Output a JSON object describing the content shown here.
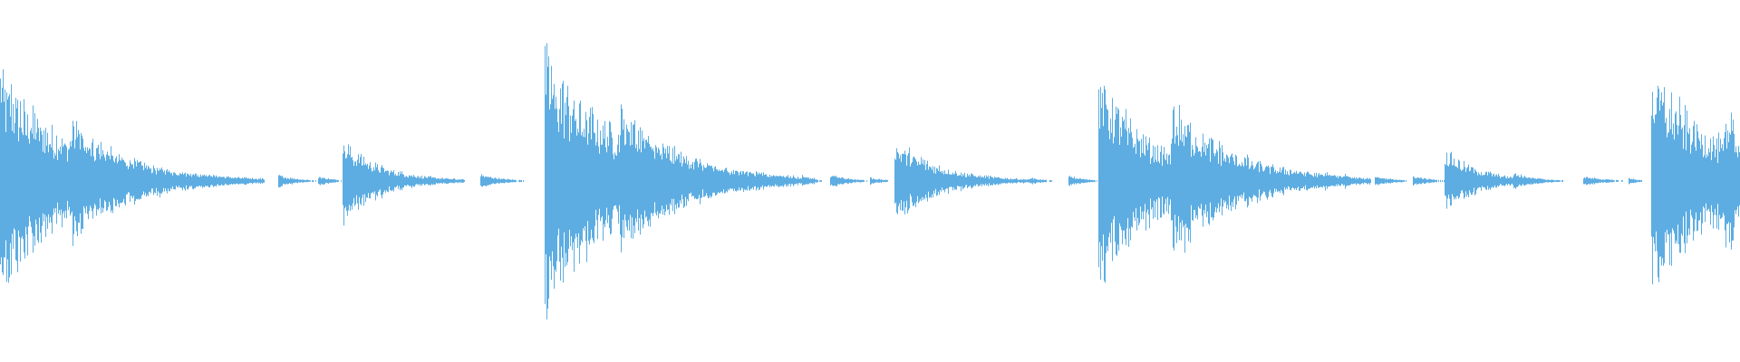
{
  "waveform": {
    "color": "#5dade2",
    "background": "#ffffff",
    "duration_fraction_note": "",
    "transients": [
      {
        "t": 0.0,
        "peak": 0.62,
        "decay": 0.04,
        "kind": "hit"
      },
      {
        "t": 0.04,
        "peak": 0.35,
        "decay": 0.035,
        "kind": "hit"
      },
      {
        "t": 0.078,
        "peak": 0.02,
        "decay": 0.01,
        "kind": "tick"
      },
      {
        "t": 0.117,
        "peak": 0.03,
        "decay": 0.012,
        "kind": "tick"
      },
      {
        "t": 0.13,
        "peak": 0.02,
        "decay": 0.008,
        "kind": "tick"
      },
      {
        "t": 0.14,
        "peak": 0.02,
        "decay": 0.008,
        "kind": "tick"
      },
      {
        "t": 0.16,
        "peak": 0.04,
        "decay": 0.01,
        "kind": "tick"
      },
      {
        "t": 0.183,
        "peak": 0.03,
        "decay": 0.008,
        "kind": "tick"
      },
      {
        "t": 0.197,
        "peak": 0.24,
        "decay": 0.022,
        "kind": "hit"
      },
      {
        "t": 0.238,
        "peak": 0.02,
        "decay": 0.01,
        "kind": "tick"
      },
      {
        "t": 0.276,
        "peak": 0.04,
        "decay": 0.012,
        "kind": "tick"
      },
      {
        "t": 0.313,
        "peak": 0.7,
        "decay": 0.045,
        "kind": "hit"
      },
      {
        "t": 0.356,
        "peak": 0.42,
        "decay": 0.035,
        "kind": "hit"
      },
      {
        "t": 0.397,
        "peak": 0.04,
        "decay": 0.012,
        "kind": "tick"
      },
      {
        "t": 0.418,
        "peak": 0.02,
        "decay": 0.008,
        "kind": "tick"
      },
      {
        "t": 0.434,
        "peak": 0.03,
        "decay": 0.01,
        "kind": "tick"
      },
      {
        "t": 0.447,
        "peak": 0.04,
        "decay": 0.008,
        "kind": "tick"
      },
      {
        "t": 0.461,
        "peak": 0.03,
        "decay": 0.006,
        "kind": "tick"
      },
      {
        "t": 0.477,
        "peak": 0.04,
        "decay": 0.01,
        "kind": "tick"
      },
      {
        "t": 0.5,
        "peak": 0.02,
        "decay": 0.008,
        "kind": "tick"
      },
      {
        "t": 0.514,
        "peak": 0.24,
        "decay": 0.025,
        "kind": "hit"
      },
      {
        "t": 0.553,
        "peak": 0.03,
        "decay": 0.01,
        "kind": "tick"
      },
      {
        "t": 0.592,
        "peak": 0.02,
        "decay": 0.008,
        "kind": "tick"
      },
      {
        "t": 0.614,
        "peak": 0.03,
        "decay": 0.01,
        "kind": "tick"
      },
      {
        "t": 0.631,
        "peak": 0.58,
        "decay": 0.032,
        "kind": "hit"
      },
      {
        "t": 0.673,
        "peak": 0.44,
        "decay": 0.036,
        "kind": "hit"
      },
      {
        "t": 0.712,
        "peak": 0.04,
        "decay": 0.012,
        "kind": "tick"
      },
      {
        "t": 0.737,
        "peak": 0.02,
        "decay": 0.008,
        "kind": "tick"
      },
      {
        "t": 0.751,
        "peak": 0.06,
        "decay": 0.008,
        "kind": "tick"
      },
      {
        "t": 0.761,
        "peak": 0.06,
        "decay": 0.008,
        "kind": "tick"
      },
      {
        "t": 0.773,
        "peak": 0.04,
        "decay": 0.006,
        "kind": "tick"
      },
      {
        "t": 0.79,
        "peak": 0.03,
        "decay": 0.01,
        "kind": "tick"
      },
      {
        "t": 0.812,
        "peak": 0.03,
        "decay": 0.01,
        "kind": "tick"
      },
      {
        "t": 0.83,
        "peak": 0.18,
        "decay": 0.02,
        "kind": "hit"
      },
      {
        "t": 0.87,
        "peak": 0.05,
        "decay": 0.012,
        "kind": "tick"
      },
      {
        "t": 0.91,
        "peak": 0.03,
        "decay": 0.012,
        "kind": "tick"
      },
      {
        "t": 0.936,
        "peak": 0.02,
        "decay": 0.006,
        "kind": "tick"
      },
      {
        "t": 0.949,
        "peak": 0.62,
        "decay": 0.04,
        "kind": "hit"
      },
      {
        "t": 0.991,
        "peak": 0.4,
        "decay": 0.02,
        "kind": "hit"
      }
    ]
  }
}
